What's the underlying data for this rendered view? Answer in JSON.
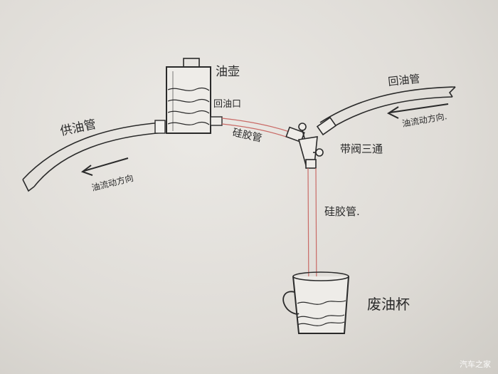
{
  "colors": {
    "ink": "#2a2a2a",
    "silicone_tube": "#c96a66",
    "paper": "#e6e4df"
  },
  "labels": {
    "fuel_can": "油壶",
    "return_port": "回油口",
    "supply_pipe": "供油管",
    "return_pipe": "回油管",
    "silicone_tube_top": "硅胶管",
    "valve_tee": "带阀三通",
    "silicone_tube_bottom": "硅胶管.",
    "flow_left": "油流动方向",
    "flow_right": "油流动方向.",
    "waste_cup": "废油杯"
  },
  "watermark": "汽车之家"
}
